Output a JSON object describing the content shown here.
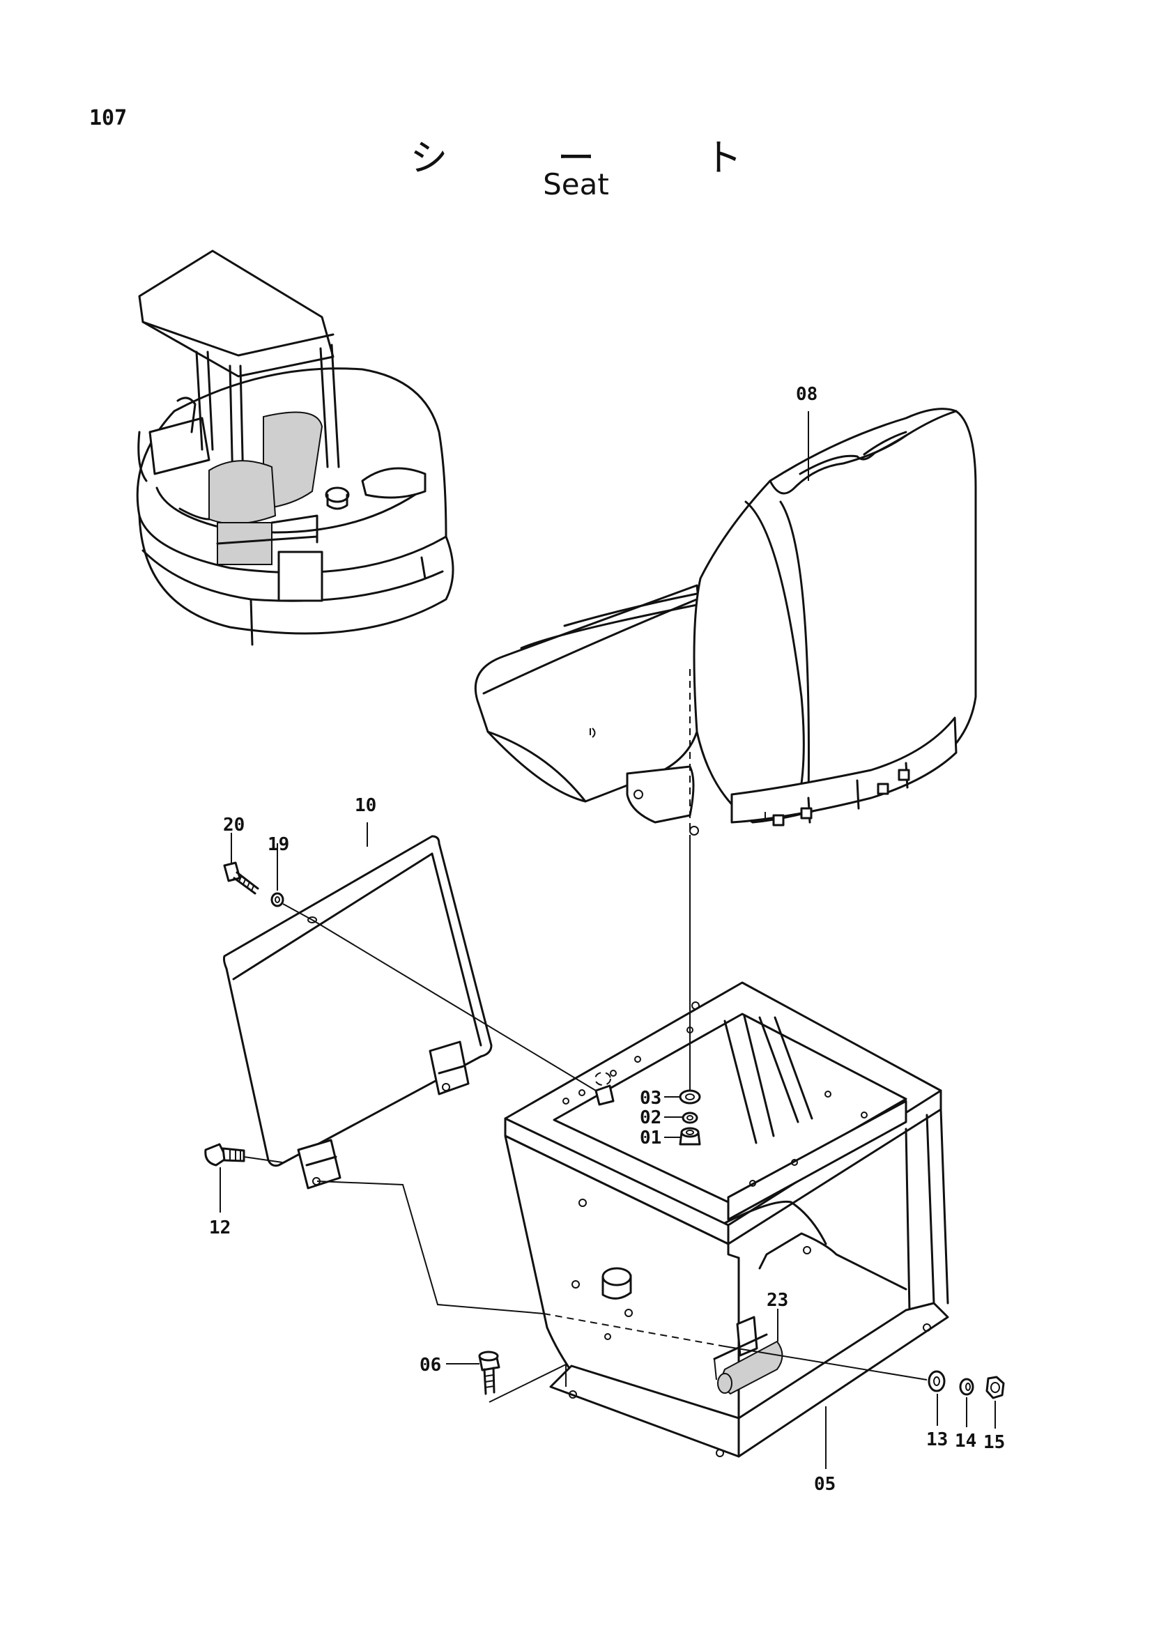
{
  "header": {
    "page_number": "107",
    "title_jp": "シ ー ト",
    "title_en": "Seat"
  },
  "callouts": [
    {
      "id": "c08",
      "label": "08"
    },
    {
      "id": "c10",
      "label": "10"
    },
    {
      "id": "c20",
      "label": "20"
    },
    {
      "id": "c19",
      "label": "19"
    },
    {
      "id": "c03",
      "label": "03"
    },
    {
      "id": "c02",
      "label": "02"
    },
    {
      "id": "c01",
      "label": "01"
    },
    {
      "id": "c12",
      "label": "12"
    },
    {
      "id": "c23",
      "label": "23"
    },
    {
      "id": "c06",
      "label": "06"
    },
    {
      "id": "c13",
      "label": "13"
    },
    {
      "id": "c14",
      "label": "14"
    },
    {
      "id": "c15",
      "label": "15"
    },
    {
      "id": "c05",
      "label": "05"
    }
  ]
}
